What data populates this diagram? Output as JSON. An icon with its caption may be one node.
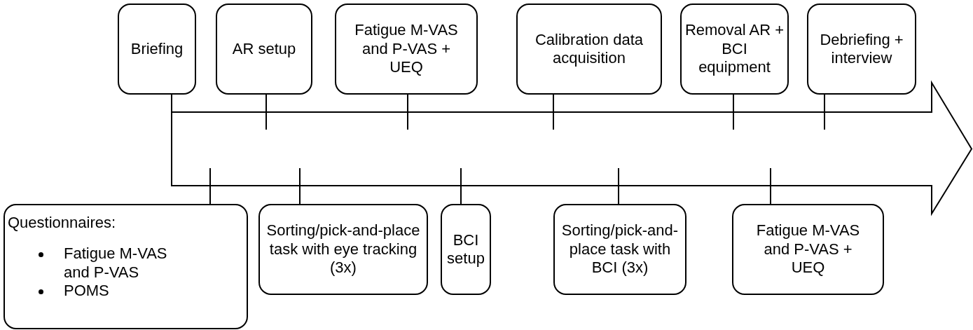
{
  "diagram": {
    "nodes": [
      {
        "text": [],
        "shape": "arrow"
      },
      {
        "text": [
          "Briefing"
        ]
      },
      {
        "text": [
          "AR setup"
        ]
      },
      {
        "text": [
          "Fatigue M-VAS and P-VAS + UEQ"
        ]
      },
      {
        "text": [
          "Calibration data acquisition"
        ]
      },
      {
        "text": [
          "Removal AR + BCI equipment"
        ]
      },
      {
        "text": [
          "Debriefing + interview"
        ]
      },
      {
        "text": [
          "Questionnaires:",
          "Fatigue M-VAS and P-VAS",
          "POMS"
        ]
      },
      {
        "text": [
          "Sorting/pick-and-place task with eye tracking (3x)"
        ]
      },
      {
        "text": [
          "BCI setup"
        ]
      },
      {
        "text": [
          "Sorting/pick-and-place task with BCI (3x)"
        ]
      },
      {
        "text": [
          "Fatigue M-VAS and P-VAS + UEQ"
        ]
      }
    ],
    "edges": [
      {
        "from": 1,
        "to": 0,
        "arrow": "none"
      },
      {
        "from": 2,
        "to": 0,
        "arrow": "none"
      },
      {
        "from": 3,
        "to": 0,
        "arrow": "none"
      },
      {
        "from": 4,
        "to": 0,
        "arrow": "none"
      },
      {
        "from": 5,
        "to": 0,
        "arrow": "none"
      },
      {
        "from": 6,
        "to": 0,
        "arrow": "none"
      },
      {
        "from": 7,
        "to": 0,
        "arrow": "none"
      },
      {
        "from": 8,
        "to": 0,
        "arrow": "none"
      },
      {
        "from": 9,
        "to": 0,
        "arrow": "none"
      },
      {
        "from": 10,
        "to": 0,
        "arrow": "none"
      },
      {
        "from": 11,
        "to": 0,
        "arrow": "none"
      }
    ]
  }
}
